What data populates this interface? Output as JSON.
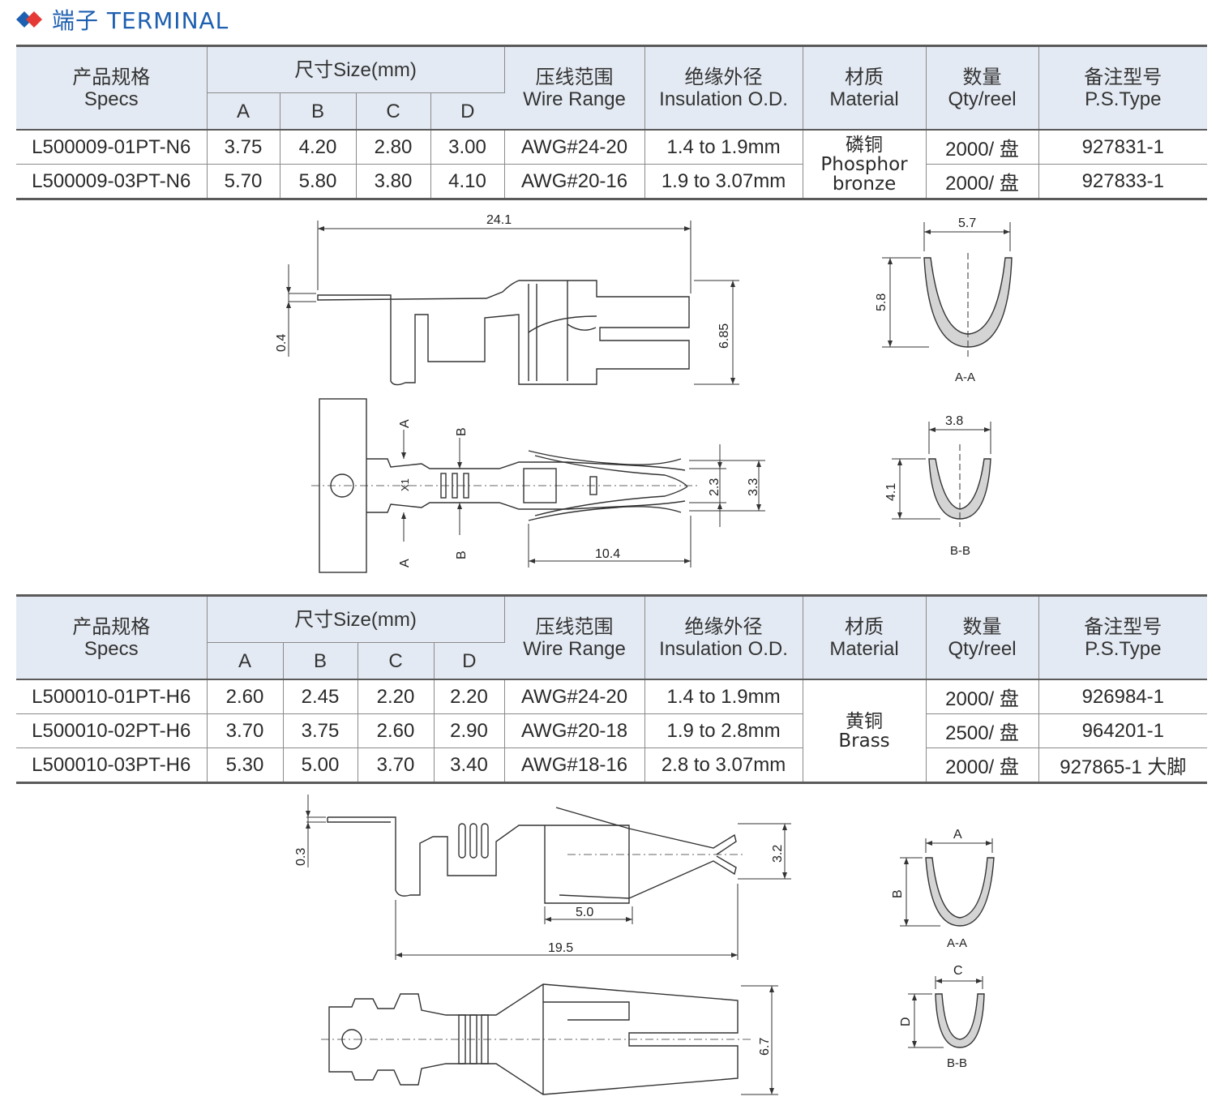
{
  "header": {
    "title": "端子 TERMINAL",
    "accent": "#1d5fb0",
    "accent2": "#e53935"
  },
  "columns": {
    "specs_cn": "产品规格",
    "specs_en": "Specs",
    "size": "尺寸Size(mm)",
    "a": "A",
    "b": "B",
    "c": "C",
    "d": "D",
    "wire_cn": "压线范围",
    "wire_en": "Wire Range",
    "ins_cn": "绝缘外径",
    "ins_en": "Insulation O.D.",
    "mat_cn": "材质",
    "mat_en": "Material",
    "qty_cn": "数量",
    "qty_en": "Qty/reel",
    "ps_cn": "备注型号",
    "ps_en": "P.S.Type"
  },
  "table1": {
    "material_cn": "磷铜",
    "material_en1": "Phosphor",
    "material_en2": "bronze",
    "rows": [
      {
        "spec": "L500009-01PT-N6",
        "a": "3.75",
        "b": "4.20",
        "c": "2.80",
        "d": "3.00",
        "wire": "AWG#24-20",
        "ins": "1.4 to 1.9mm",
        "qty": "2000/ 盘",
        "ps": "927831-1"
      },
      {
        "spec": "L500009-03PT-N6",
        "a": "5.70",
        "b": "5.80",
        "c": "3.80",
        "d": "4.10",
        "wire": "AWG#20-16",
        "ins": "1.9 to 3.07mm",
        "qty": "2000/ 盘",
        "ps": "927833-1"
      }
    ]
  },
  "table2": {
    "material_cn": "黄铜",
    "material_en": "Brass",
    "rows": [
      {
        "spec": "L500010-01PT-H6",
        "a": "2.60",
        "b": "2.45",
        "c": "2.20",
        "d": "2.20",
        "wire": "AWG#24-20",
        "ins": "1.4 to 1.9mm",
        "qty": "2000/ 盘",
        "ps": "926984-1"
      },
      {
        "spec": "L500010-02PT-H6",
        "a": "3.70",
        "b": "3.75",
        "c": "2.60",
        "d": "2.90",
        "wire": "AWG#20-18",
        "ins": "1.9 to 2.8mm",
        "qty": "2500/ 盘",
        "ps": "964201-1"
      },
      {
        "spec": "L500010-03PT-H6",
        "a": "5.30",
        "b": "5.00",
        "c": "3.70",
        "d": "3.40",
        "wire": "AWG#18-16",
        "ins": "2.8 to 3.07mm",
        "qty": "2000/ 盘",
        "ps": "927865-1 大脚"
      }
    ]
  },
  "drawing1": {
    "dim_length": "24.1",
    "dim_thickness": "0.4",
    "dim_height": "6.85",
    "dim_width_inner": "2.3",
    "dim_width_outer": "3.3",
    "dim_contact": "10.4",
    "section_a_width": "5.7",
    "section_a_height": "5.8",
    "section_a_label": "A-A",
    "section_b_width": "3.8",
    "section_b_height": "4.1",
    "section_b_label": "B-B",
    "mark_a": "A",
    "mark_b": "B",
    "mark_x": "X1"
  },
  "drawing2": {
    "dim_thickness": "0.3",
    "dim_height": "3.2",
    "dim_contact": "5.0",
    "dim_length": "19.5",
    "dim_width": "6.7",
    "section_a_label": "A-A",
    "section_b_label": "B-B",
    "mark_a": "A",
    "mark_b": "B",
    "mark_c": "C",
    "mark_d": "D"
  }
}
